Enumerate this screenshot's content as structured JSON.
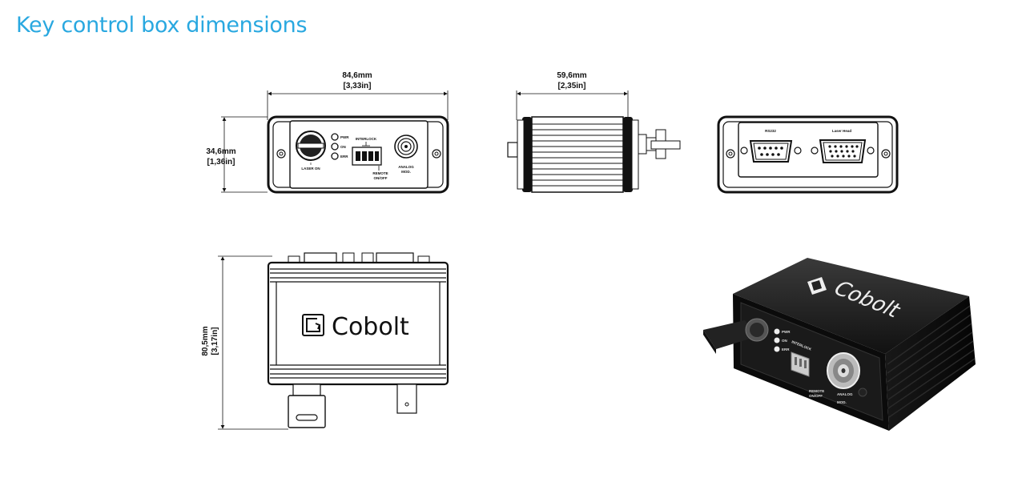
{
  "title": "Key control box dimensions",
  "front_view": {
    "width_mm": "84,6mm",
    "width_in": "[3,33in]",
    "height_mm": "34,6mm",
    "height_in": "[1,36in]",
    "labels": {
      "pwr": "PWR",
      "on": "ON",
      "err": "ERR",
      "interlock": "INTERLOCK",
      "laser_on": "LASER ON",
      "remote_onoff": "REMOTE\nON/OFF",
      "analog_mod": "ANALOG\nMOD.",
      "key_i": "I"
    }
  },
  "side_view": {
    "width_mm": "59,6mm",
    "width_in": "[2,35in]"
  },
  "rear_view": {
    "rs232": "RS232",
    "laser_head": "Laser Head"
  },
  "top_view": {
    "length_mm": "80,5mm",
    "length_in": "[3,17in]",
    "brand": "Cobolt"
  },
  "photo": {
    "brand": "Cobolt",
    "labels": {
      "pwr": "PWR",
      "on": "ON",
      "err": "ERR",
      "interlock": "INTERLOCK",
      "remote_onoff": "REMOTE\nON/OFF",
      "analog_mod": "ANALOG\nMOD."
    }
  }
}
